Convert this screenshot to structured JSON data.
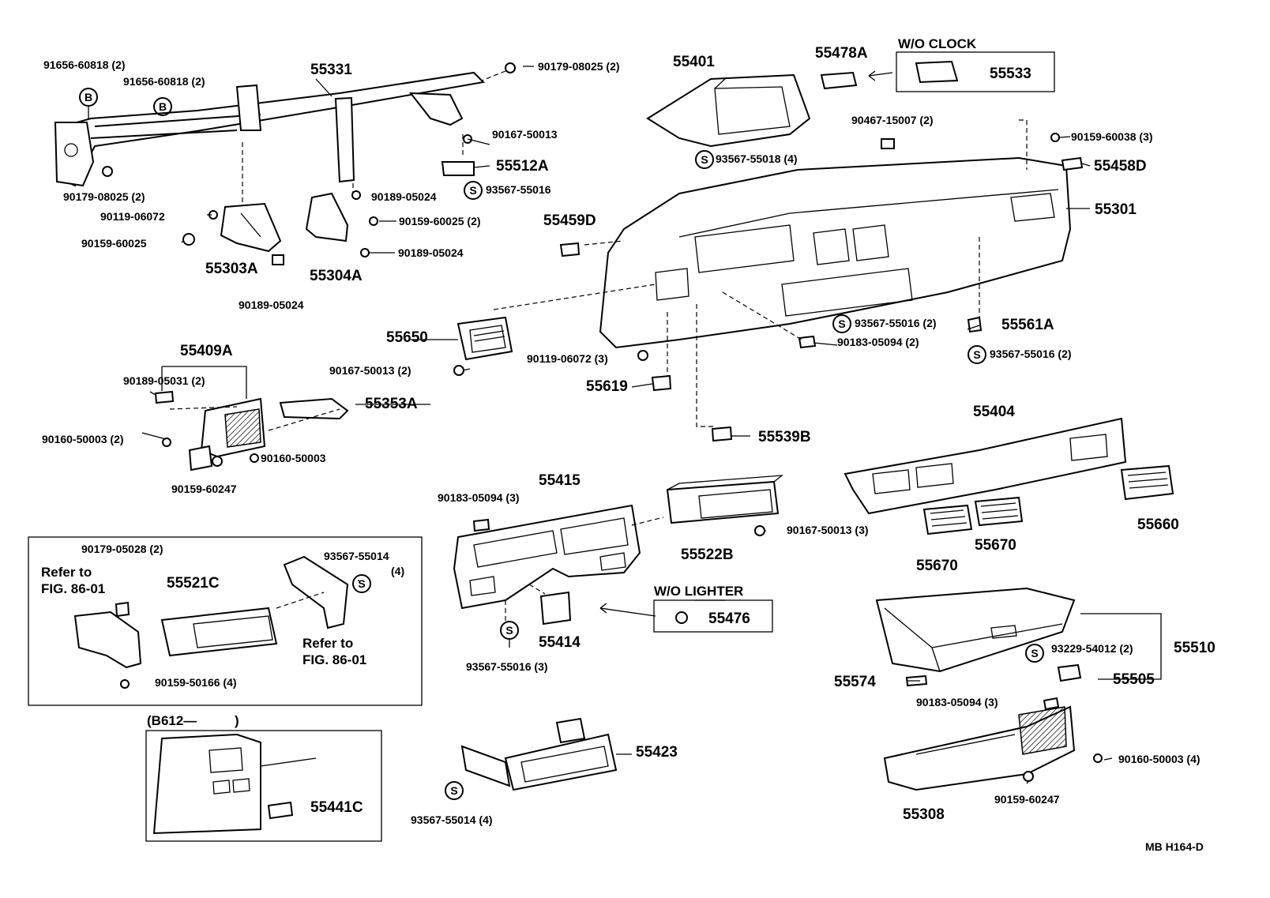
{
  "labels": {
    "l_91656_a": "91656-60818 (2)",
    "l_91656_b": "91656-60818 (2)",
    "l_55331": "55331",
    "l_90179_08025_top": "90179-08025 (2)",
    "l_55401": "55401",
    "l_55478A": "55478A",
    "l_wo_clock": "W/O CLOCK",
    "l_55533": "55533",
    "l_90467": "90467-15007 (2)",
    "l_90159_60038": "90159-60038 (3)",
    "l_90167_50013_a": "90167-50013",
    "l_93567_55018": "93567-55018 (4)",
    "l_55458D": "55458D",
    "l_55512A": "55512A",
    "l_93567_55016_a": "93567-55016",
    "l_90179_08025_left": "90179-08025 (2)",
    "l_90189_05024_a": "90189-05024",
    "l_90119_06072_a": "90119-06072",
    "l_90159_60025_a": "90159-60025 (2)",
    "l_55301": "55301",
    "l_90159_60025_b": "90159-60025",
    "l_55459D": "55459D",
    "l_90189_05024_b": "90189-05024",
    "l_55303A": "55303A",
    "l_55304A": "55304A",
    "l_90189_05024_c": "90189-05024",
    "l_93567_55016_b": "93567-55016 (2)",
    "l_55561A": "55561A",
    "l_55409A": "55409A",
    "l_55650": "55650",
    "l_90183_05094_a": "90183-05094 (2)",
    "l_93567_55016_c": "93567-55016 (2)",
    "l_90167_50013_b": "90167-50013 (2)",
    "l_90119_06072_b": "90119-06072 (3)",
    "l_90189_05031": "90189-05031 (2)",
    "l_55619": "55619",
    "l_55353A": "55353A",
    "l_55404": "55404",
    "l_90160_50003_a": "90160-50003 (2)",
    "l_90160_50003_b": "90160-50003",
    "l_55539B": "55539B",
    "l_90159_60247_a": "90159-60247",
    "l_55415": "55415",
    "l_90183_05094_b": "90183-05094 (3)",
    "l_90167_50013_c": "90167-50013 (3)",
    "l_55660": "55660",
    "l_55522B": "55522B",
    "l_55670_a": "55670",
    "l_55670_b": "55670",
    "l_90179_05028": "90179-05028 (2)",
    "l_93567_55014_a": "93567-55014",
    "l_93567_55014_a_qty": "(4)",
    "l_refer_a1": "Refer to",
    "l_refer_a2": "FIG. 86-01",
    "l_55521C": "55521C",
    "l_wo_lighter": "W/O LIGHTER",
    "l_55476": "55476",
    "l_refer_b1": "Refer to",
    "l_refer_b2": "FIG. 86-01",
    "l_55414": "55414",
    "l_93229": "93229-54012 (2)",
    "l_55510": "55510",
    "l_93567_55016_d": "93567-55016 (3)",
    "l_55574": "55574",
    "l_55505": "55505",
    "l_90159_50166": "90159-50166 (4)",
    "l_90183_05094_c": "90183-05094 (3)",
    "l_b612": "(B612—",
    "l_b612_close": ")",
    "l_55423": "55423",
    "l_90160_50003_c": "90160-50003 (4)",
    "l_55441C": "55441C",
    "l_90159_60247_b": "90159-60247",
    "l_93567_55014_b": "93567-55014 (4)",
    "l_55308": "55308",
    "l_footer": "MB  H164-D"
  },
  "symbols": {
    "b_mark": "B",
    "s_mark": "S"
  },
  "colors": {
    "ink": "#000000",
    "paper": "#ffffff"
  }
}
